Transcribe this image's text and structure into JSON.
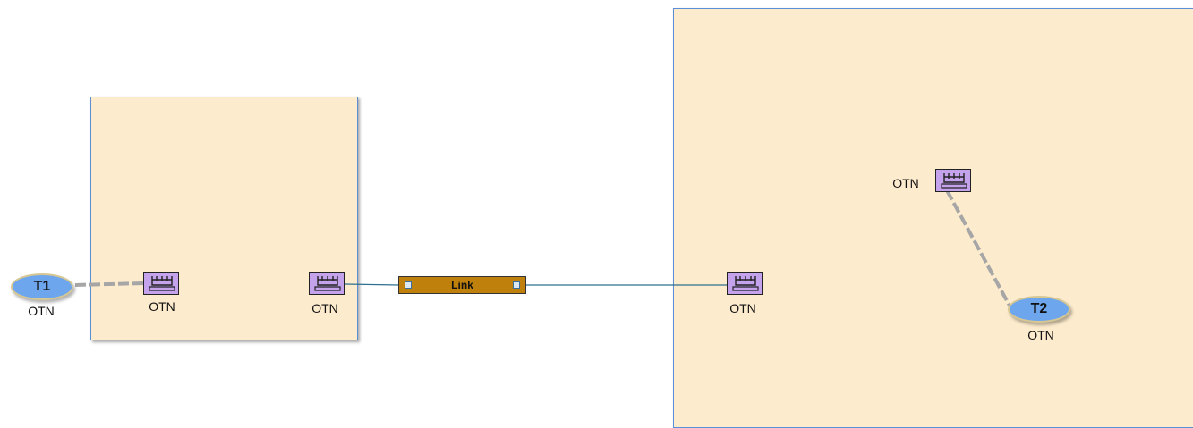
{
  "terminals": [
    {
      "id": "T1",
      "label": "T1",
      "caption": "OTN"
    },
    {
      "id": "T2",
      "label": "T2",
      "caption": "OTN"
    }
  ],
  "ports": [
    {
      "caption": "OTN"
    },
    {
      "caption": "OTN"
    },
    {
      "caption": "OTN"
    },
    {
      "caption": "OTN"
    }
  ],
  "link": {
    "label": "Link"
  },
  "colors": {
    "box_fill": "#fdebcd",
    "box_border": "#5b8ed6",
    "port_fill": "#c5a2ec",
    "terminal_fill": "#6ea6ee",
    "link_fill": "#bf800c",
    "connector": "#2e6f8e",
    "dashed_connector": "#a6a6a6"
  }
}
